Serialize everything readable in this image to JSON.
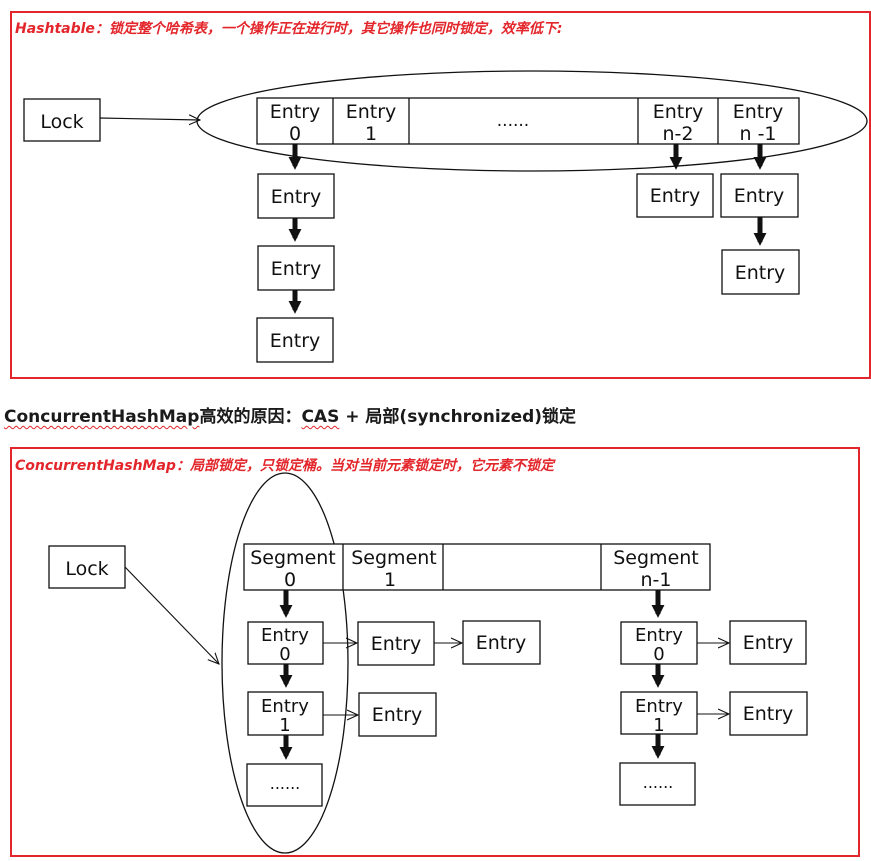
{
  "hashtable_section": {
    "caption": "Hashtable：锁定整个哈希表，一个操作正在进行时，其它操作也同时锁定，效率低下:",
    "lock_label": "Lock",
    "array": [
      {
        "line1": "Entry",
        "line2": "0"
      },
      {
        "line1": "Entry",
        "line2": "1"
      },
      {
        "line1": "......",
        "line2": ""
      },
      {
        "line1": "Entry",
        "line2": "n-2"
      },
      {
        "line1": "Entry",
        "line2": "n -1"
      }
    ],
    "chain_entry_label": "Entry"
  },
  "heading": {
    "part1": "ConcurrentHashMap",
    "part2": "高效的原因：",
    "part3": "CAS",
    "part4": " + 局部(synchronized)锁定"
  },
  "concurrent_section": {
    "caption": "ConcurrentHashMap：局部锁定，只锁定桶。当对当前元素锁定时，它元素不锁定",
    "lock_label": "Lock",
    "segments": [
      {
        "line1": "Segment",
        "line2": "0"
      },
      {
        "line1": "Segment",
        "line2": "1"
      },
      {
        "line1": "",
        "line2": ""
      },
      {
        "line1": "Segment",
        "line2": "n-1"
      }
    ],
    "entry0": {
      "line1": "Entry",
      "line2": "0"
    },
    "entry1": {
      "line1": "Entry",
      "line2": "1"
    },
    "chain_entry_label": "Entry",
    "ellipsis": "......"
  },
  "colors": {
    "frame": "#e3262b",
    "stroke": "#111111",
    "background": "#ffffff"
  }
}
